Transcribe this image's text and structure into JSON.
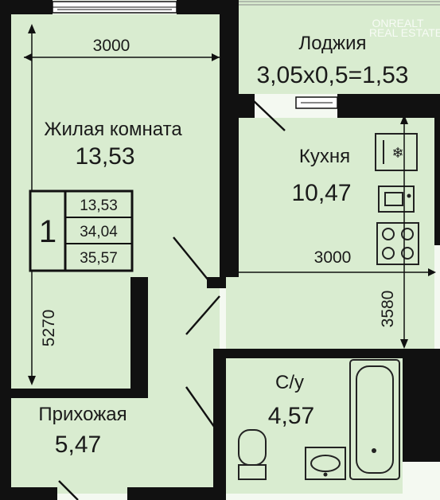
{
  "rooms": {
    "living": {
      "name": "Жилая комната",
      "area": "13,53"
    },
    "loggia": {
      "name": "Лоджия",
      "area": "3,05х0,5=1,53"
    },
    "kitchen": {
      "name": "Кухня",
      "area": "10,47"
    },
    "hall": {
      "name": "Прихожая",
      "area": "5,47"
    },
    "bath": {
      "name": "С/у",
      "area": "4,57"
    }
  },
  "dimensions": {
    "living_width": "3000",
    "living_length": "5270",
    "kitchen_width": "3000",
    "kitchen_length": "3580"
  },
  "summary": {
    "rooms_count": "1",
    "living_area": "13,53",
    "total_area": "34,04",
    "total_with_loggia": "35,57"
  },
  "watermark": {
    "brand": "ONREALT",
    "sub": "REAL ESTATE"
  },
  "colors": {
    "floor": "#d9ecd0",
    "wall": "#111111"
  }
}
